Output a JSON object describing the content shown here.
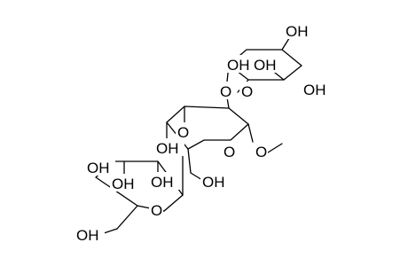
{
  "molecule": {
    "atom_labels": {
      "oh_top_right": "OH",
      "oh_xylose_c4": "OH",
      "oh_xylose_c3": "OH",
      "oh_xylose_c2": "OH",
      "o_glycosidic_upper": "O",
      "o_ring_xylose": "O",
      "o_ring_middle": "O",
      "o_glycosidic_mid": "O",
      "oh_middle_c4": "OH",
      "o_methoxy": "O",
      "oh_ch2_middle": "OH",
      "oh_left_c4": "OH",
      "oh_left_c3": "OH",
      "oh_left_c2": "OH",
      "o_ring_left": "O",
      "oh_ch2_left": "OH"
    }
  }
}
